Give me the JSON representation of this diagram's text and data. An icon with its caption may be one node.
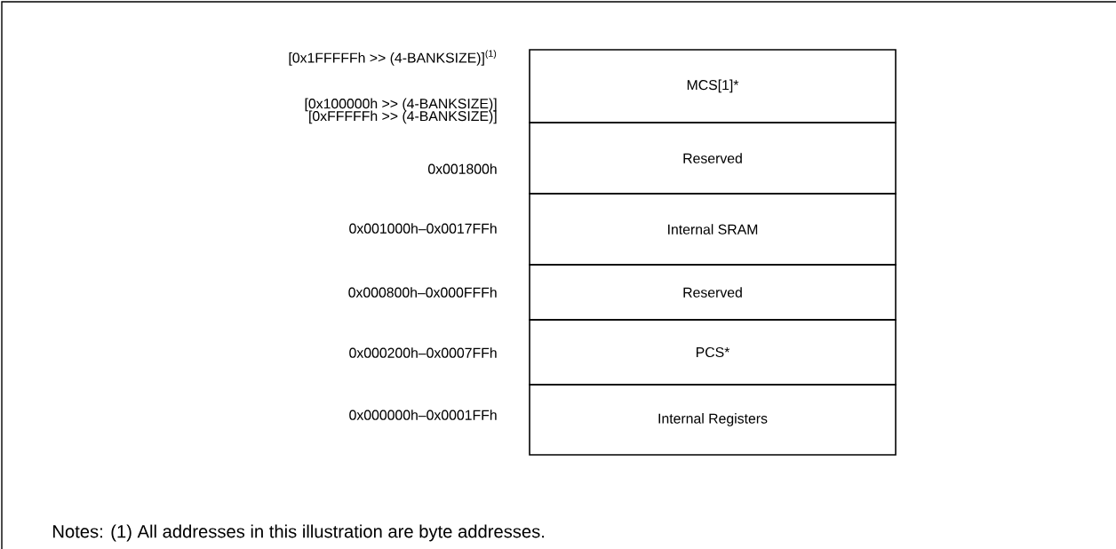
{
  "diagram": {
    "nodes": [
      {
        "text": [
          "MCS[1]*"
        ]
      },
      {
        "text": [
          "Reserved"
        ]
      },
      {
        "text": [
          "Internal SRAM"
        ]
      },
      {
        "text": [
          "Reserved"
        ]
      },
      {
        "text": [
          "PCS*"
        ]
      },
      {
        "text": [
          "Internal Registers"
        ]
      }
    ],
    "labels": [
      "[0x1FFFFFh >> (4-BANKSIZE)]$^{(1)}$",
      "[0x100000h >> (4-BANKSIZE)]",
      "[0xFFFFFh >> (4-BANKSIZE)]",
      "0x001800h",
      "0x001000h–0x0017FFh",
      "0x000800h–0x000FFFh",
      "0x000200h–0x0007FFh",
      "0x000000h–0x0001FFh",
      "Notes: (1) All addresses in this illustration are byte addresses."
    ]
  }
}
